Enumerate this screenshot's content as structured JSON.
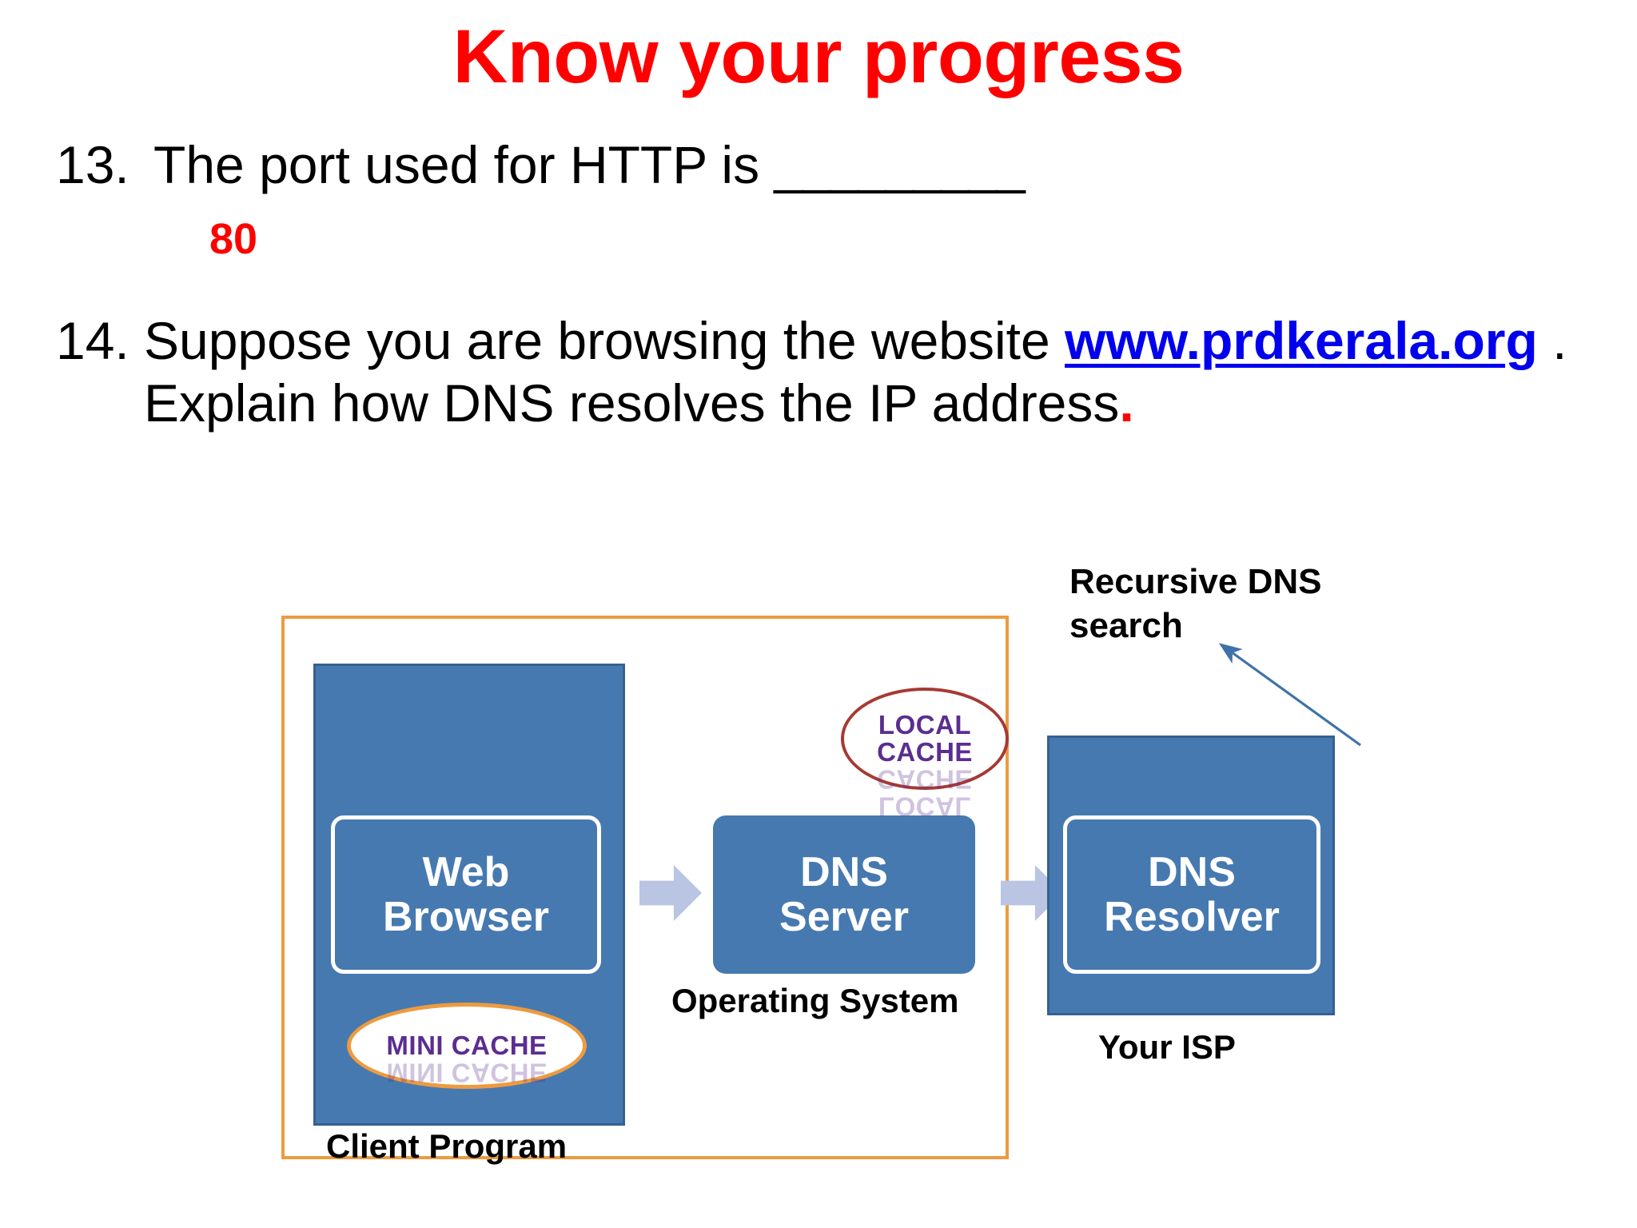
{
  "slide": {
    "title": "Know your progress",
    "title_color": "#FF0000",
    "background": "#FFFFFF"
  },
  "questions": [
    {
      "number": "13.",
      "text_before": "The port used for HTTP is ",
      "blank": "_________",
      "answer": "80",
      "answer_color": "#FF0000"
    },
    {
      "number": "14.",
      "part1": "Suppose you are browsing the website ",
      "link": "www.prdkerala.org",
      "link_color": "#0000EE",
      "part2": " . Explain how DNS resolves the IP address",
      "end_punctuation": "."
    }
  ],
  "diagram": {
    "frame_color": "#ED9B40",
    "box_fill": "#4679B0",
    "arrow_fill": "#B9C5E2",
    "client_program_label": "Client Program",
    "operating_system_label": "Operating System",
    "your_isp_label": "Your ISP",
    "recursive_label": "Recursive DNS\nsearch",
    "web_browser": {
      "line1": "Web",
      "line2": "Browser"
    },
    "dns_server": {
      "line1": "DNS",
      "line2": "Server"
    },
    "dns_resolver": {
      "line1": "DNS",
      "line2": "Resolver"
    },
    "mini_cache": {
      "text": "MINI CACHE",
      "color": "#5B2D90",
      "border": "#ED9B40"
    },
    "local_cache": {
      "line1": "LOCAL",
      "line2": "CACHE",
      "color": "#5B2D90",
      "border": "#A63A33"
    },
    "arrows": [
      {
        "name": "browser-to-server"
      },
      {
        "name": "server-to-resolver"
      },
      {
        "name": "recursive-dns-search"
      }
    ]
  }
}
